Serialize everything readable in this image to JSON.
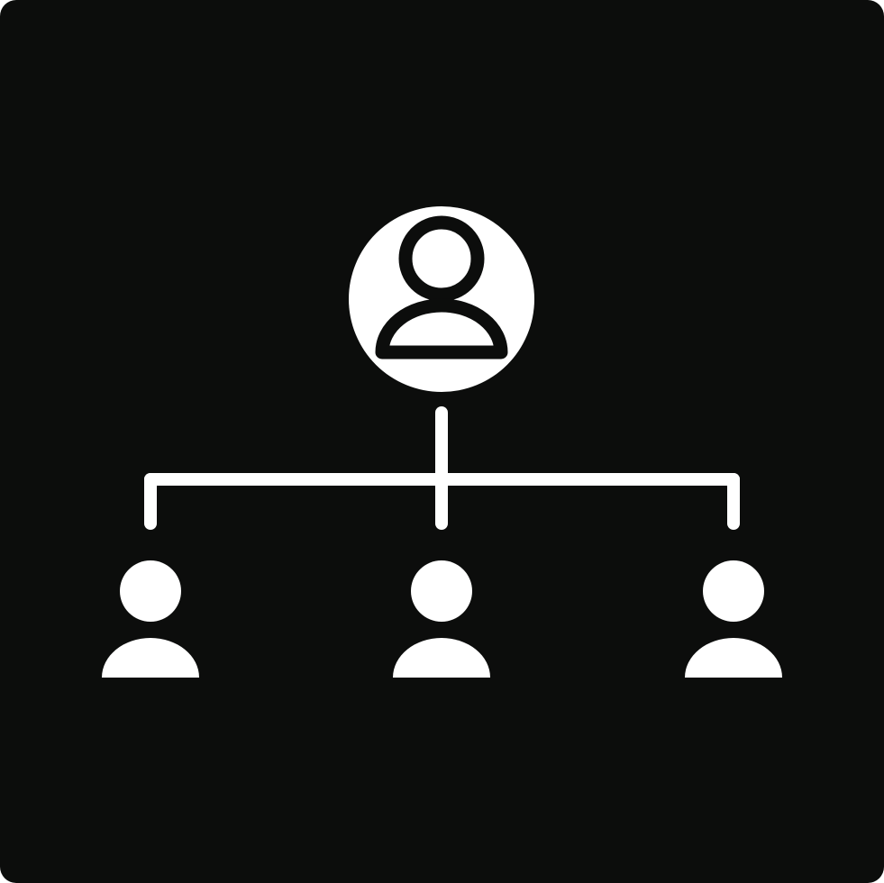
{
  "icon": {
    "name": "organization-hierarchy-icon",
    "background_color": "#0c0d0c",
    "foreground_color": "#ffffff",
    "structure": {
      "root": {
        "name": "manager-user-icon",
        "style": "outlined-person-in-circle"
      },
      "children": [
        {
          "name": "team-member-left-icon",
          "style": "solid-person"
        },
        {
          "name": "team-member-center-icon",
          "style": "solid-person"
        },
        {
          "name": "team-member-right-icon",
          "style": "solid-person"
        }
      ]
    }
  }
}
